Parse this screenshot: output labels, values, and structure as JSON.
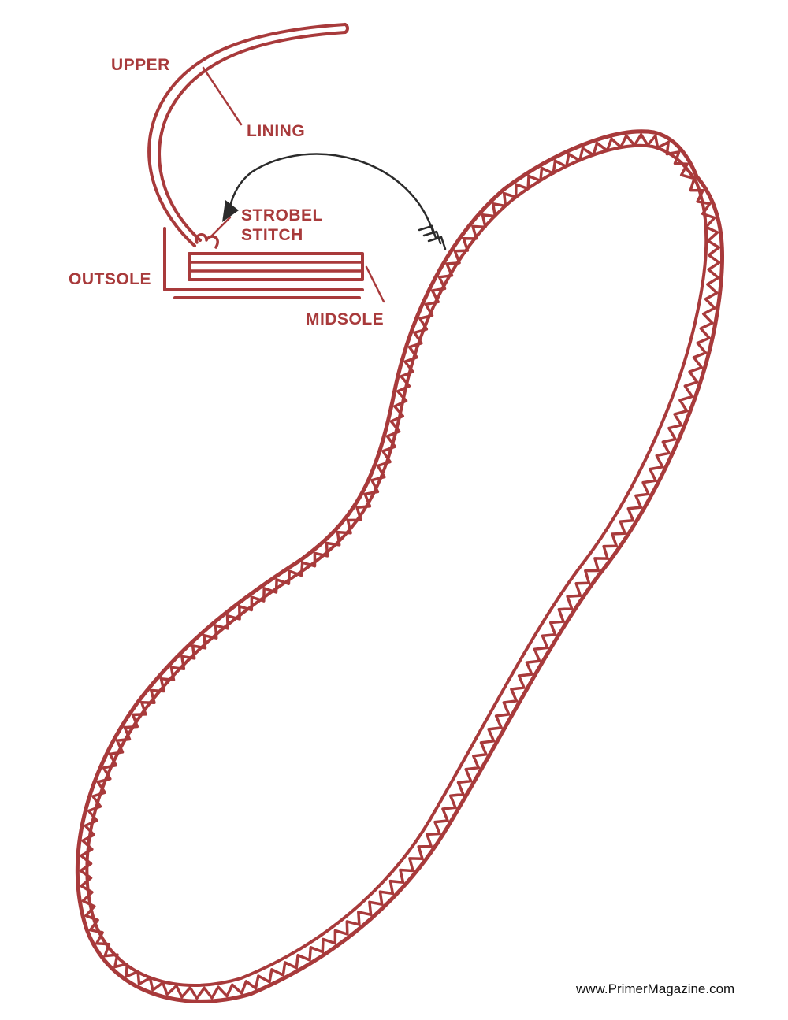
{
  "diagram": {
    "labels": {
      "upper": "UPPER",
      "lining": "LINING",
      "strobel_line1": "STROBEL",
      "strobel_line2": "STITCH",
      "outsole": "OUTSOLE",
      "midsole": "MIDSOLE"
    },
    "watermark": "www.PrimerMagazine.com",
    "colors": {
      "accent": "#a83a3b",
      "arrow": "#2b2b2b",
      "background": "#ffffff",
      "watermark": "#111111"
    }
  }
}
